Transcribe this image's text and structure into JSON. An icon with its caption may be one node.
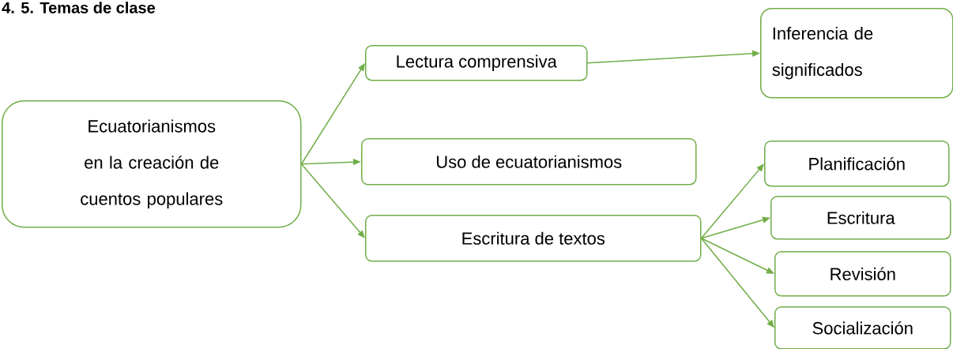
{
  "diagram": {
    "title": "4. 5. Temas de clase",
    "nodes": [
      {
        "text": [
          "Ecuatorianismos en la creación de cuentos populares"
        ]
      },
      {
        "text": [
          "Lectura comprensiva"
        ]
      },
      {
        "text": [
          "Inferencia de significados"
        ]
      },
      {
        "text": [
          "Uso de ecuatorianismos"
        ]
      },
      {
        "text": [
          "Escritura de textos"
        ]
      },
      {
        "text": [
          "Planificación"
        ]
      },
      {
        "text": [
          "Escritura"
        ]
      },
      {
        "text": [
          "Revisión"
        ]
      },
      {
        "text": [
          "Socialización"
        ]
      }
    ],
    "edges": [
      {
        "from": 0,
        "to": 1,
        "arrow": "to"
      },
      {
        "from": 0,
        "to": 3,
        "arrow": "to"
      },
      {
        "from": 0,
        "to": 4,
        "arrow": "to"
      },
      {
        "from": 1,
        "to": 2,
        "arrow": "to"
      },
      {
        "from": 4,
        "to": 5,
        "arrow": "to"
      },
      {
        "from": 4,
        "to": 6,
        "arrow": "to"
      },
      {
        "from": 4,
        "to": 7,
        "arrow": "to"
      },
      {
        "from": 4,
        "to": 8,
        "arrow": "to"
      }
    ]
  }
}
